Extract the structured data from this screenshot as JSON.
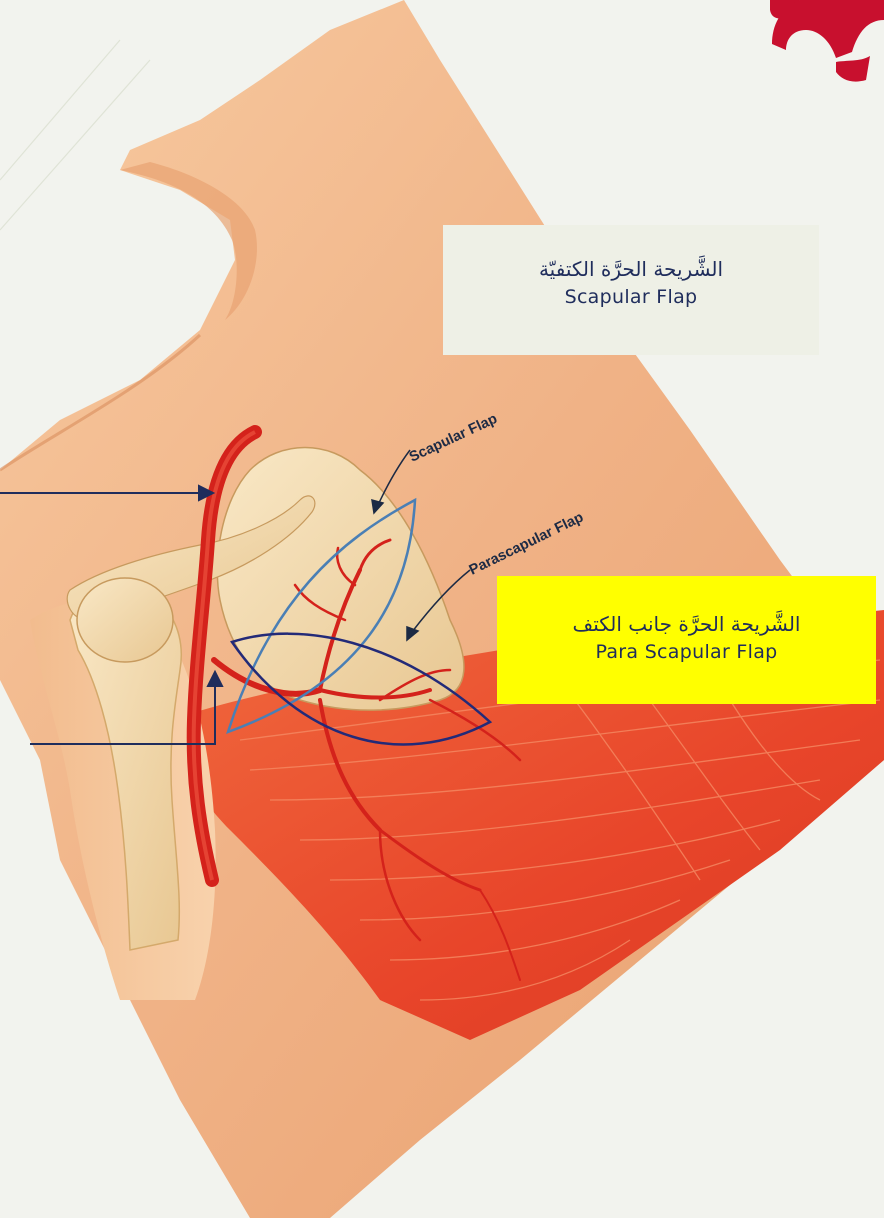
{
  "callouts": {
    "scapular": {
      "arabic": "الشَّريحة الحرَّة الكتفيّة",
      "english": "Scapular Flap"
    },
    "parascapular": {
      "arabic": "الشَّريحة الحرَّة جانب الكتف",
      "english": "Para Scapular Flap"
    }
  },
  "diagram": {
    "label_scapular": "Scapular Flap",
    "label_parascapular": "Parascapular Flap"
  },
  "colors": {
    "background": "#f2f3ee",
    "skin": "#f0b98a",
    "muscle": "#e8452a",
    "artery": "#d4221b",
    "bone": "#f3dcb0",
    "flap_outline_scapular": "#4a7fb5",
    "flap_outline_parascapular": "#232a78",
    "pointer_arrow": "#1f2d5c",
    "logo": "#c8102e",
    "callout_highlight": "#ffff00"
  }
}
